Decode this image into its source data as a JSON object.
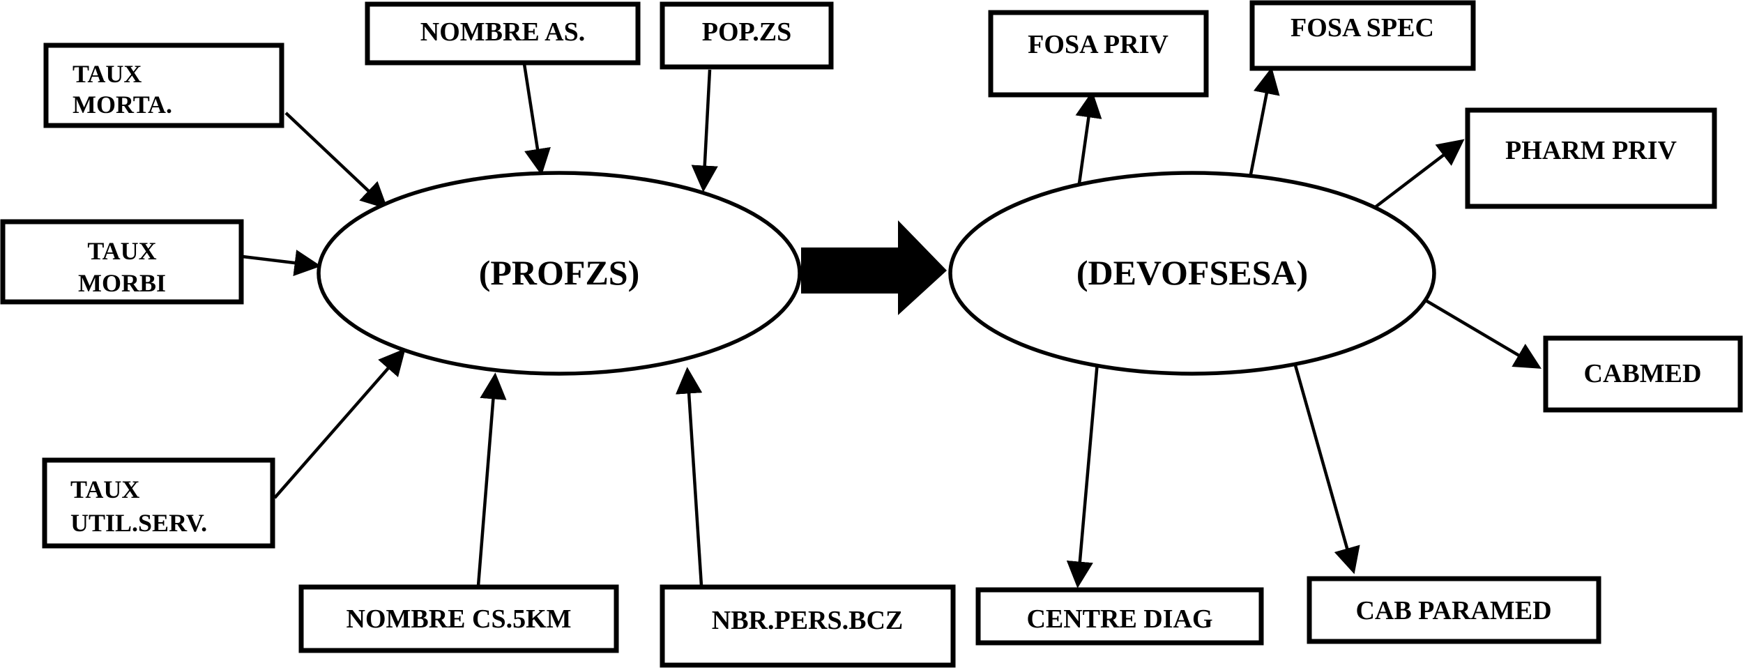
{
  "diagram": {
    "processes": {
      "profzs": {
        "label": "(PROFZS)"
      },
      "devofsesa": {
        "label": "(DEVOFSESA)"
      }
    },
    "inputs": {
      "taux_morta": {
        "line1": "TAUX",
        "line2": "MORTA."
      },
      "nombre_as": {
        "label": "NOMBRE AS."
      },
      "pop_zs": {
        "label": "POP.ZS"
      },
      "taux_morbi": {
        "line1": "TAUX",
        "line2": "MORBI"
      },
      "taux_util_serv": {
        "line1": "TAUX",
        "line2": "UTIL.SERV."
      },
      "nombre_cs5km": {
        "label": "NOMBRE CS.5KM"
      },
      "nbr_pers_bcz": {
        "label": "NBR.PERS.BCZ"
      }
    },
    "outputs": {
      "fosa_priv": {
        "label": "FOSA PRIV"
      },
      "fosa_spec": {
        "label": "FOSA SPEC"
      },
      "pharm_priv": {
        "label": "PHARM PRIV"
      },
      "cabmed": {
        "label": "CABMED"
      },
      "centre_diag": {
        "label": "CENTRE DIAG"
      },
      "cab_paramed": {
        "label": "CAB PARAMED"
      }
    },
    "colors": {
      "ink": "#000000",
      "background": "#ffffff"
    }
  }
}
